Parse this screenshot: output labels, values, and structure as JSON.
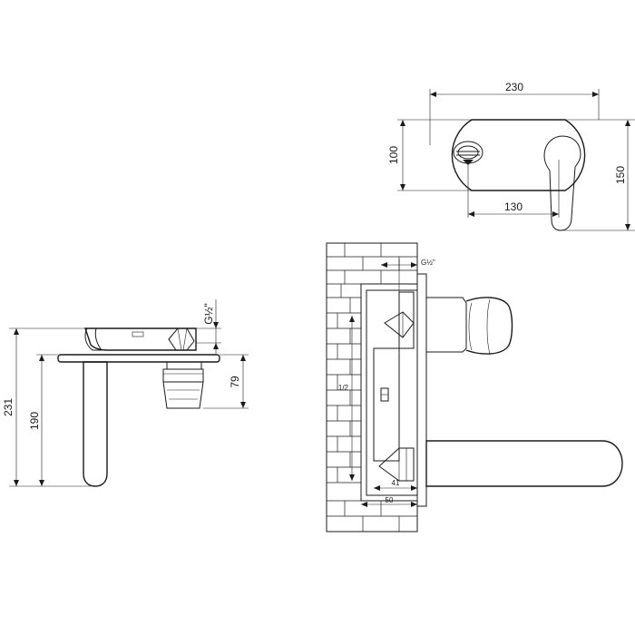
{
  "front_view": {
    "width_label": "230",
    "height_label": "100",
    "spout_offset_label": "130",
    "overall_height_label": "150"
  },
  "side_view": {
    "thread_label": "G½\"",
    "total_height_label": "231",
    "spout_height_label": "190",
    "body_depth_label": "79"
  },
  "section_view": {
    "thread_label": "G½\"",
    "vertical_label": "1/2",
    "inner_depth_label": "41",
    "box_depth_label": "50"
  }
}
